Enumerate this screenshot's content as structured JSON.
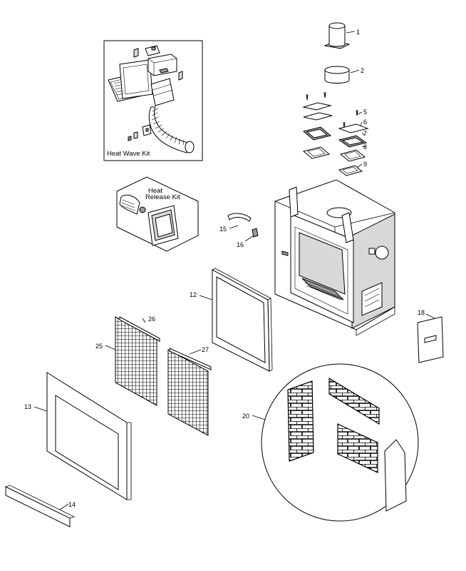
{
  "kits": {
    "heat_wave": "Heat Wave Kit",
    "heat_release_line1": "Heat",
    "heat_release_line2": "Release Kit"
  },
  "callouts": {
    "c1": "1",
    "c2": "2",
    "c5": "5",
    "c6": "6",
    "c7": "7",
    "c8": "8",
    "c9": "9",
    "c12": "12",
    "c13": "13",
    "c14": "14",
    "c15": "15",
    "c16": "16",
    "c18": "18",
    "c20": "20",
    "c25": "25",
    "c26": "26",
    "c27": "27"
  },
  "colors": {
    "line": "#000000",
    "fill_light": "#d8d8d8",
    "fill_dark": "#9a9a9a",
    "background": "#ffffff"
  }
}
